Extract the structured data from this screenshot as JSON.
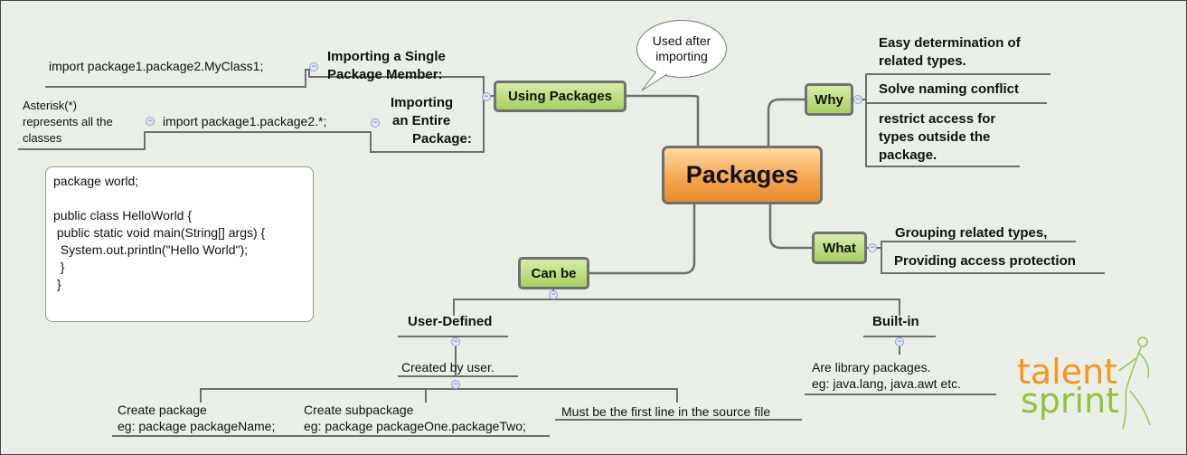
{
  "central": "Packages",
  "callout": [
    "Used after",
    "importing"
  ],
  "using_packages": {
    "label": "Using Packages",
    "single": {
      "heading": [
        "Importing a Single",
        "Package Member:"
      ],
      "code": "import package1.package2.MyClass1;"
    },
    "entire": {
      "heading": [
        "Importing",
        "an Entire",
        "Package:"
      ],
      "code": "import package1.package2.*;",
      "note": [
        "Asterisk(*)",
        "represents all the",
        "classes"
      ]
    }
  },
  "code_sample": [
    "package world;",
    "",
    "public class HelloWorld {",
    " public static void main(String[] args) {",
    "  System.out.println(\"Hello World\");",
    "  }",
    " }"
  ],
  "why": {
    "label": "Why",
    "items": [
      [
        "Easy determination of",
        "related  types."
      ],
      [
        "Solve naming conflict"
      ],
      [
        "restrict access for",
        "types outside the",
        "package."
      ]
    ]
  },
  "what": {
    "label": "What",
    "items": [
      "Grouping related types,",
      "Providing access protection"
    ]
  },
  "can_be": {
    "label": "Can be",
    "user_defined": {
      "heading": "User-Defined",
      "created": "Created by user.",
      "create_package": [
        "Create package",
        "eg: package packageName;"
      ],
      "create_subpackage": [
        "Create subpackage",
        "eg: package packageOne.packageTwo;"
      ],
      "first_line": "Must be the first line in the source file"
    },
    "built_in": {
      "heading": "Built-in",
      "desc": [
        "Are library packages.",
        "eg: java.lang, java.awt etc."
      ]
    }
  },
  "logo": {
    "line1": "talent",
    "line2": "sprint"
  },
  "colors": {
    "node_green": "#b8dc78",
    "central_orange": "#f5a34a",
    "connector": "#6e6e6e",
    "logo_orange": "#f7941d",
    "logo_green": "#8cc63f"
  }
}
